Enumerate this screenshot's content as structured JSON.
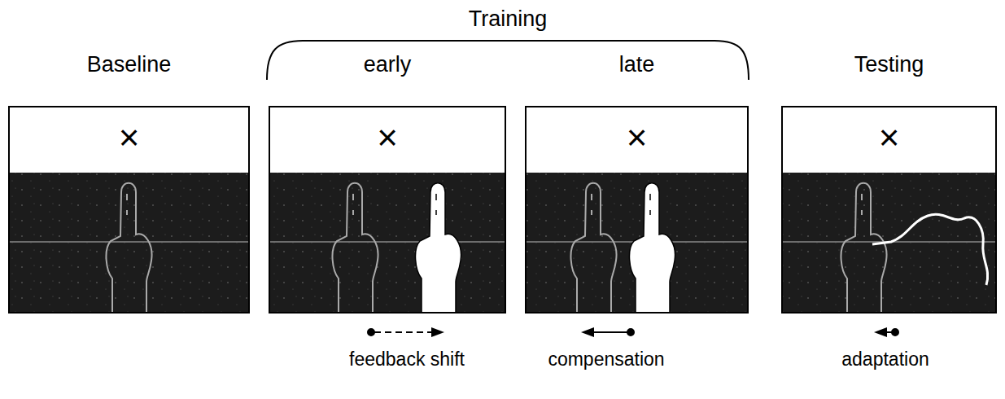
{
  "diagram": {
    "nodes": [
      {
        "text": [
          "Baseline",
          "×"
        ]
      },
      {
        "text": [
          "early",
          "×"
        ]
      },
      {
        "text": [
          "late",
          "×"
        ]
      },
      {
        "text": [
          "Testing",
          "×"
        ]
      }
    ],
    "labels": [
      "Training",
      "feedback shift",
      "compensation",
      "adaptation"
    ]
  }
}
